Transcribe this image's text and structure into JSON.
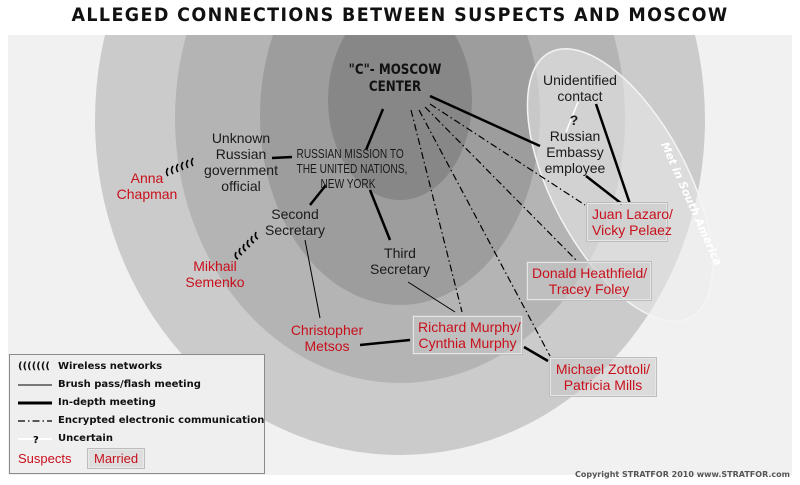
{
  "title": "ALLEGED CONNECTIONS BETWEEN SUSPECTS AND MOSCOW",
  "nodes": {
    "moscow_center": [
      "\"C\"- MOSCOW",
      "CENTER"
    ],
    "russian_mission": [
      "RUSSIAN MISSION TO",
      "THE UNITED NATIONS,",
      "NEW YORK"
    ],
    "unknown_official": [
      "Unknown",
      "Russian",
      "government",
      "official"
    ],
    "second_secretary": [
      "Second",
      "Secretary"
    ],
    "third_secretary": [
      "Third",
      "Secretary"
    ],
    "unidentified_contact": [
      "Unidentified",
      "contact"
    ],
    "russian_embassy": [
      "Russian",
      "Embassy",
      "employee"
    ],
    "uncertain_mark": "?"
  },
  "suspects": {
    "anna_chapman": [
      "Anna",
      "Chapman"
    ],
    "mikhail_semenko": [
      "Mikhail",
      "Semenko"
    ],
    "christopher_metsos": [
      "Christopher",
      "Metsos"
    ]
  },
  "married_couples": {
    "lazaro_pelaez": [
      "Juan Lazaro/",
      "Vicky Pelaez"
    ],
    "heathfield_foley": [
      "Donald Heathfield/",
      "Tracey Foley"
    ],
    "murphy": [
      "Richard Murphy/",
      "Cynthia Murphy"
    ],
    "zottoli_mills": [
      "Michael Zottoli/",
      "Patricia Mills"
    ]
  },
  "region_label": "Met in South America",
  "legend": {
    "wireless": {
      "symbol": "(((((((",
      "label": "Wireless networks"
    },
    "brush": {
      "label": "Brush pass/flash meeting"
    },
    "indepth": {
      "label": "In-depth meeting"
    },
    "encrypted": {
      "label": "Encrypted electronic communication"
    },
    "uncertain": {
      "symbol": "?",
      "label": "Uncertain"
    },
    "suspects": "Suspects",
    "married": "Married"
  },
  "colors": {
    "suspect_red": "#c8101c",
    "ring_1": "#f1f1f1",
    "ring_2": "#cbcbcb",
    "ring_3": "#b4b4b4",
    "ring_4": "#9d9d9d",
    "ring_5": "#878787"
  },
  "copyright": "Copyright STRATFOR 2010   www.STRATFOR.com"
}
